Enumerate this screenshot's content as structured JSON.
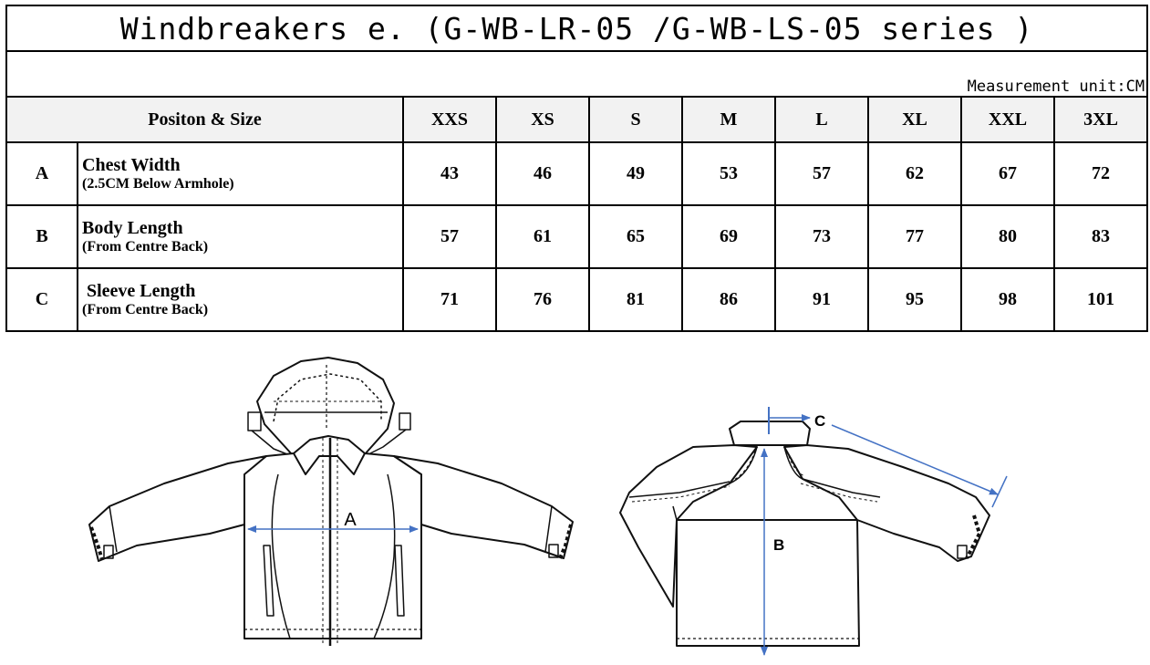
{
  "title": "Windbreakers e. (G-WB-LR-05 /G-WB-LS-05 series )",
  "unit": "Measurement unit:CM",
  "header": {
    "position_label": "Positon & Size",
    "sizes": [
      "XXS",
      "XS",
      "S",
      "M",
      "L",
      "XL",
      "XXL",
      "3XL"
    ]
  },
  "rows": [
    {
      "code": "A",
      "name": "Chest Width",
      "note": "(2.5CM Below Armhole)",
      "values": [
        "43",
        "46",
        "49",
        "53",
        "57",
        "62",
        "67",
        "72"
      ]
    },
    {
      "code": "B",
      "name": "Body Length",
      "note": "(From Centre Back)",
      "values": [
        "57",
        "61",
        "65",
        "69",
        "73",
        "77",
        "80",
        "83"
      ]
    },
    {
      "code": "C",
      "name": " Sleeve Length",
      "note": "(From Centre Back)",
      "values": [
        "71",
        "76",
        "81",
        "86",
        "91",
        "95",
        "98",
        "101"
      ]
    }
  ],
  "diagram": {
    "front_label": "A",
    "back_body_label": "B",
    "back_sleeve_label": "C",
    "arrow_color": "#4472c4"
  }
}
